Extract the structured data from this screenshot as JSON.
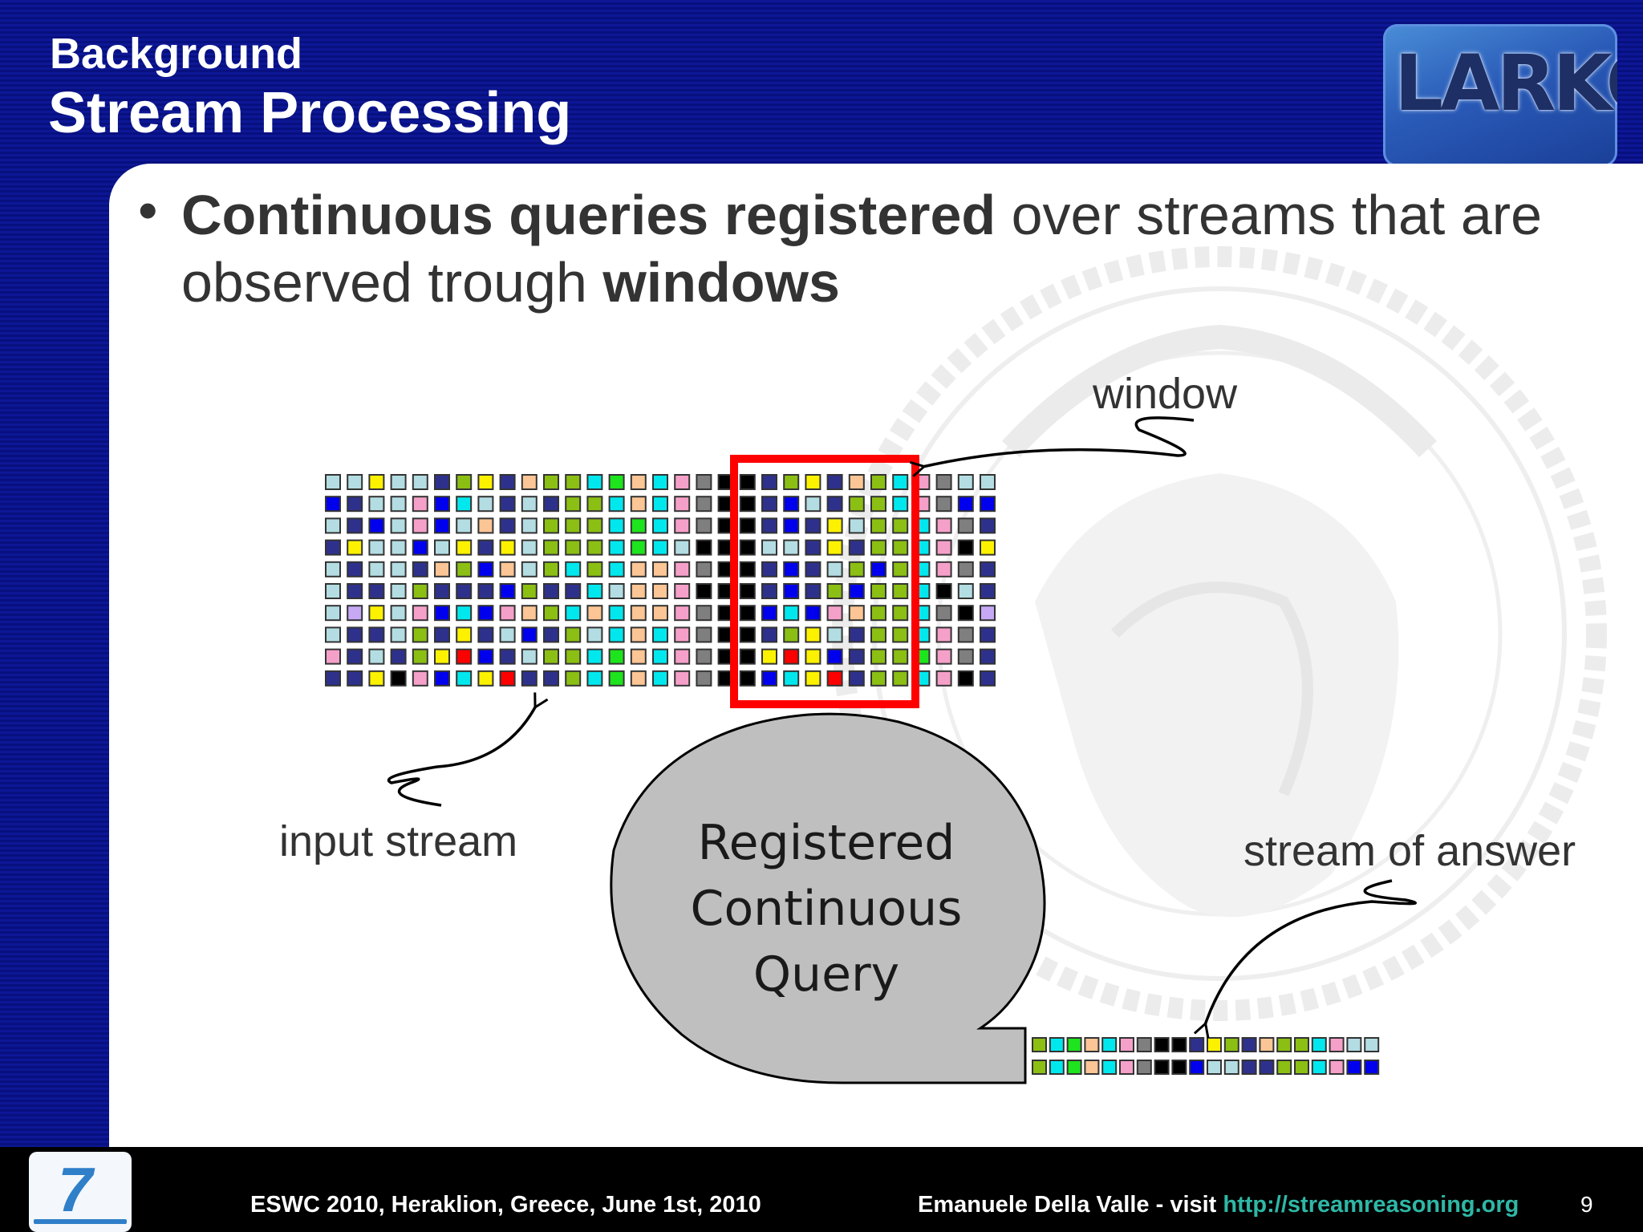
{
  "header": {
    "kicker": "Background",
    "title": "Stream Processing",
    "logo_text": "LARKC"
  },
  "bullet": {
    "part1_bold": "Continuous queries registered",
    "part2": " over streams that are observed trough ",
    "part3_bold": "windows"
  },
  "diagram": {
    "window_label": "window",
    "input_label": "input stream",
    "answer_label": "stream of answer",
    "query_lines": [
      "Registered",
      "Continuous",
      "Query"
    ],
    "colors": {
      "A": "#b3dde2",
      "B": "#2e318c",
      "C": "#0000ee",
      "Y": "#fcf200",
      "P": "#f5a0c9",
      "Q": "#00e8ee",
      "G": "#8bbf13",
      "T": "#fbc595",
      "L": "#1de41c",
      "D": "#ff0000",
      "K": "#000000",
      "M": "#7f7f7f",
      "V": "#c6a8f5",
      "window_frame": "#ff0000",
      "bubble_fill": "#bfbfc0"
    },
    "input_stream": [
      "AAYAABGYBTGGQLTQPMKKBGYBTGQPMAA",
      "CBAAPCQABABGGQTQPMKKBCABGGQPMCC",
      "ABCAPCATBAGGGQLQPMKKBCBYAGGQPMB",
      "BYAACAYBYAGGGQLQAKKKAABYBGGQPKY",
      "ABAABTGCTAGQGQTTPMKKBCBAGCGQPMB",
      "ABBAGBBBCGBBQATTPKKKBCBGCGGQKAB",
      "AVYAPCQCPTGQTQTTPMKKCQCPTGGQMKV",
      "ABBAGBYBACBGAQTQPMKKBGYABGGQPMB",
      "PBABGYDCBAGGQLTQPMKKYDYCBGGLPMB",
      "BBYKPCQYDBBGQLTQPMKKCQYDBGGQPKB"
    ],
    "answer_stream": [
      "GQLTQPMKKBYGBTGGQPAA",
      "GQLTQPMKKCAABBGGQPCC"
    ]
  },
  "footer": {
    "event": "ESWC 2010, Heraklion, Greece, June 1st, 2010",
    "author_prefix": "Emanuele Della Valle - visit ",
    "author_link": "http://streamreasoning.org",
    "page": "9"
  }
}
